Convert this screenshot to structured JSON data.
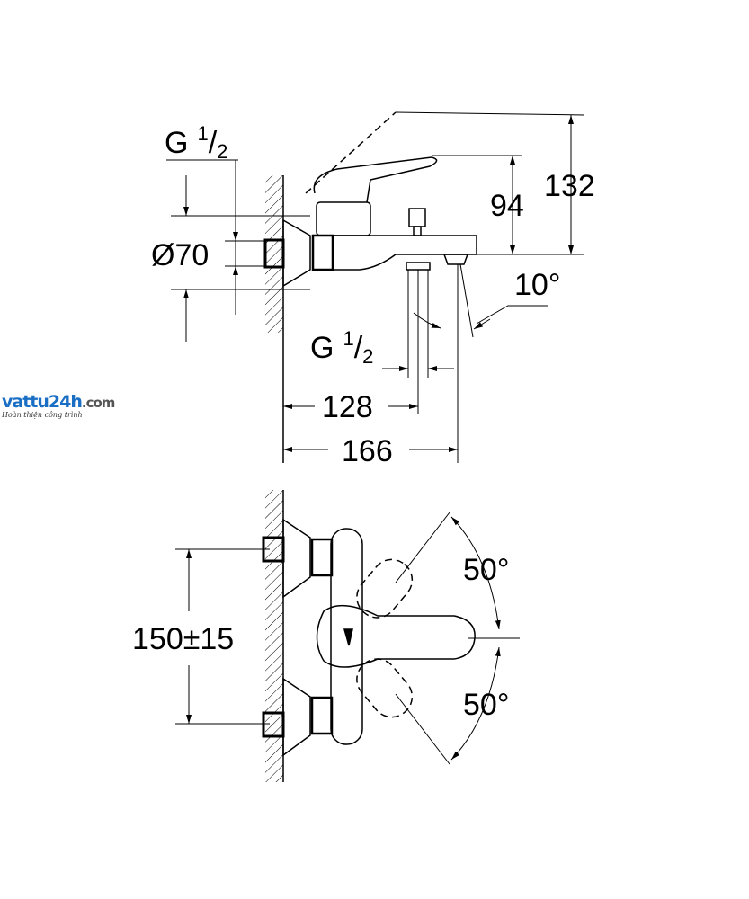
{
  "watermark": {
    "brand": "vattu24h",
    "domain": ".com",
    "tagline": "Hoàn thiện công trình"
  },
  "side_view": {
    "thread_top": {
      "main": "G",
      "sup": "1",
      "sub": "2"
    },
    "diameter": "Ø70",
    "height_lever": "94",
    "height_total": "132",
    "angle_spout": "10°",
    "thread_bottom": {
      "main": "G",
      "sup": "1",
      "sub": "2"
    },
    "depth_outlet": "128",
    "depth_total": "166"
  },
  "top_view": {
    "center_distance": "150±15",
    "angle_up": "50°",
    "angle_down": "50°"
  }
}
